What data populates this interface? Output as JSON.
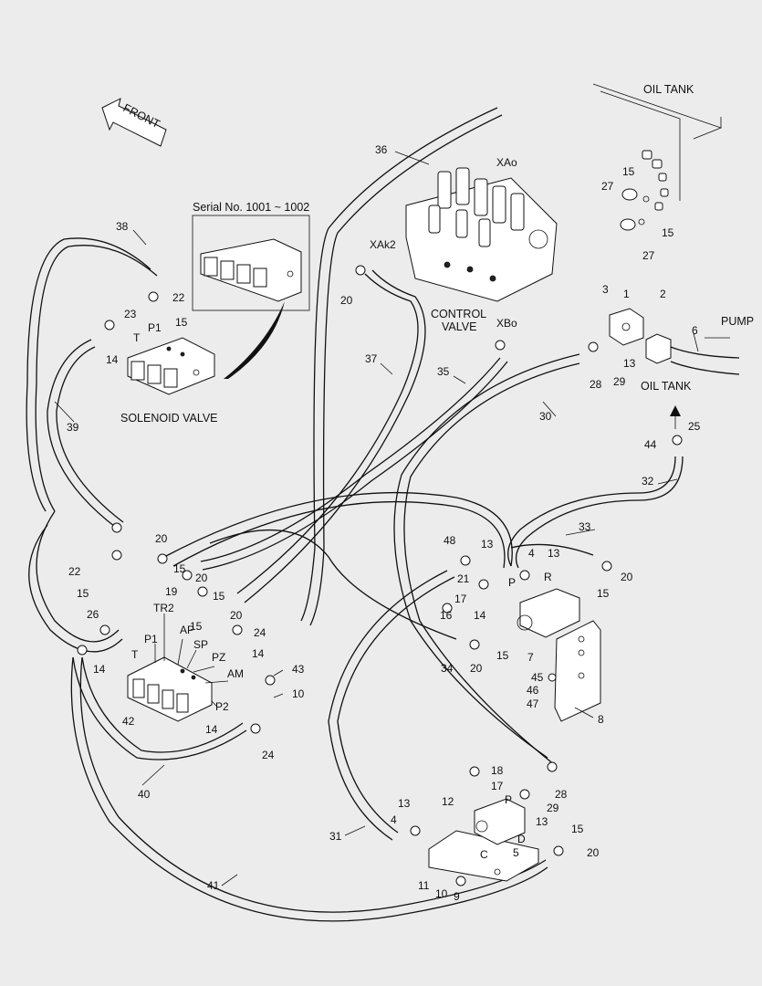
{
  "labels": {
    "oil_tank_top": "OIL TANK",
    "oil_tank_right": "OIL TANK",
    "front": "FRONT",
    "serial": "Serial No. 1001 ~ 1002",
    "solenoid_valve": "SOLENOID VALVE",
    "control_valve_1": "CONTROL",
    "control_valve_2": "VALVE",
    "pump": "PUMP"
  },
  "ports": {
    "xao": "XAo",
    "xak2": "XAk2",
    "xbo": "XBo",
    "p1_top": "P1",
    "t_top": "T",
    "tr2": "TR2",
    "p1": "P1",
    "ap": "AP",
    "sp": "SP",
    "pz": "PZ",
    "am": "AM",
    "t": "T",
    "p2": "P2",
    "p_right": "P",
    "r_right": "R",
    "p_bottom": "P",
    "c_bottom": "C",
    "d_bottom": "D"
  },
  "callouts": {
    "n1": "1",
    "n2": "2",
    "n3": "3",
    "n4a": "4",
    "n4b": "4",
    "n5": "5",
    "n6": "6",
    "n7": "7",
    "n8": "8",
    "n9": "9",
    "n10a": "10",
    "n10b": "10",
    "n11": "11",
    "n12": "12",
    "n13a": "13",
    "n13b": "13",
    "n13c": "13",
    "n13d": "13",
    "n13e": "13",
    "n14a": "14",
    "n14b": "14",
    "n14c": "14",
    "n14d": "14",
    "n14e": "14",
    "n15a": "15",
    "n15b": "15",
    "n15c": "15",
    "n15d": "15",
    "n15e": "15",
    "n15f": "15",
    "n15g": "15",
    "n15h": "15",
    "n15i": "15",
    "n15j": "15",
    "n16": "16",
    "n17a": "17",
    "n17b": "17",
    "n18": "18",
    "n19": "19",
    "n20a": "20",
    "n20b": "20",
    "n20c": "20",
    "n20d": "20",
    "n20e": "20",
    "n20f": "20",
    "n20g": "20",
    "n21": "21",
    "n22a": "22",
    "n22b": "22",
    "n23": "23",
    "n24a": "24",
    "n24b": "24",
    "n25": "25",
    "n26": "26",
    "n27a": "27",
    "n27b": "27",
    "n28a": "28",
    "n28b": "28",
    "n29a": "29",
    "n29b": "29",
    "n30": "30",
    "n31": "31",
    "n32": "32",
    "n33": "33",
    "n34": "34",
    "n35": "35",
    "n36": "36",
    "n37": "37",
    "n38": "38",
    "n39": "39",
    "n40": "40",
    "n41": "41",
    "n42": "42",
    "n43": "43",
    "n44": "44",
    "n45": "45",
    "n46": "46",
    "n47": "47",
    "n48": "48"
  }
}
